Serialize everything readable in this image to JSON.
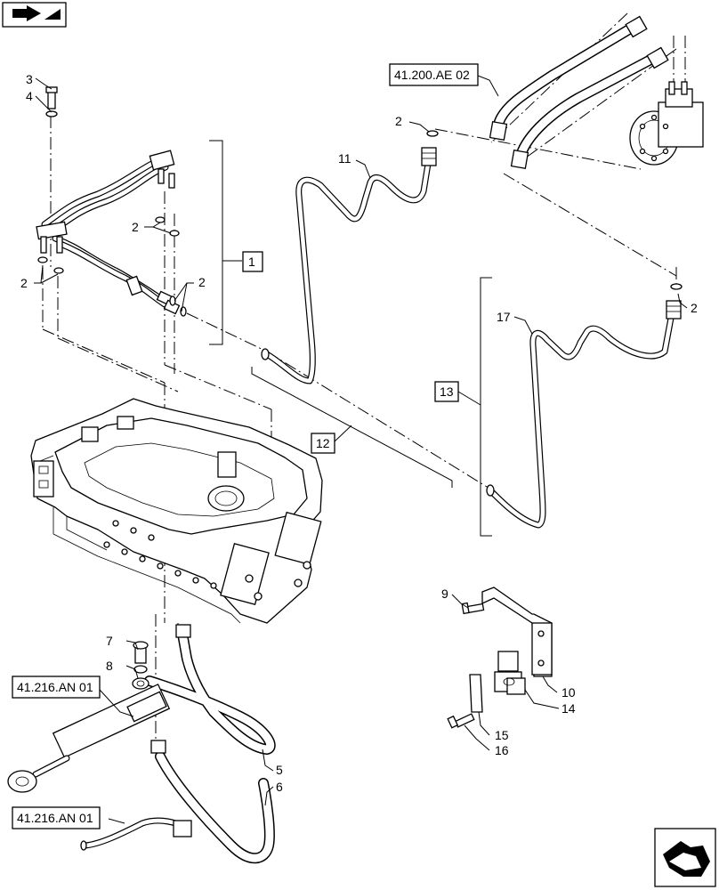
{
  "diagram": {
    "callouts": {
      "c2a": "2",
      "c2b": "2",
      "c2c": "2",
      "c2d": "2",
      "c2e": "2",
      "c3": "3",
      "c4": "4",
      "c5": "5",
      "c6": "6",
      "c7": "7",
      "c8": "8",
      "c9": "9",
      "c10": "10",
      "c11": "11",
      "c14": "14",
      "c15": "15",
      "c16": "16",
      "c17": "17"
    },
    "boxed_callouts": {
      "b1": "1",
      "b12": "12",
      "b13": "13"
    },
    "references": {
      "ref_top": "41.200.AE 02",
      "ref_cyl": "41.216.AN 01",
      "ref_bottom": "41.216.AN 01"
    }
  }
}
